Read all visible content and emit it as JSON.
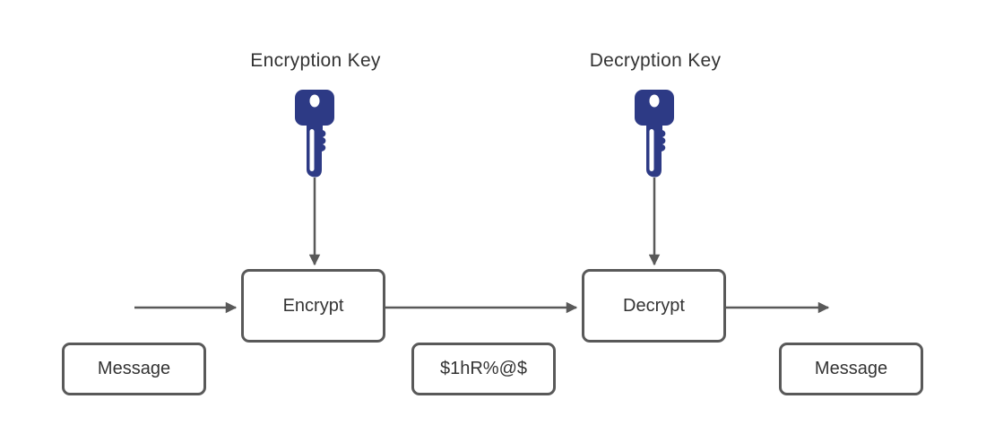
{
  "colors": {
    "key-blue": "#2d3a85",
    "line-gray": "#595959",
    "text-dark": "#333333",
    "canvas-bg": "#ffffff"
  },
  "key_labels": {
    "encryption": "Encryption Key",
    "decryption": "Decryption Key"
  },
  "nodes": {
    "encrypt_box": "Encrypt",
    "decrypt_box": "Decrypt",
    "message_in": "Message",
    "ciphertext": "$1hR%@$",
    "message_out": "Message"
  },
  "icons": {
    "encryption_key": "key-icon",
    "decryption_key": "key-icon"
  }
}
